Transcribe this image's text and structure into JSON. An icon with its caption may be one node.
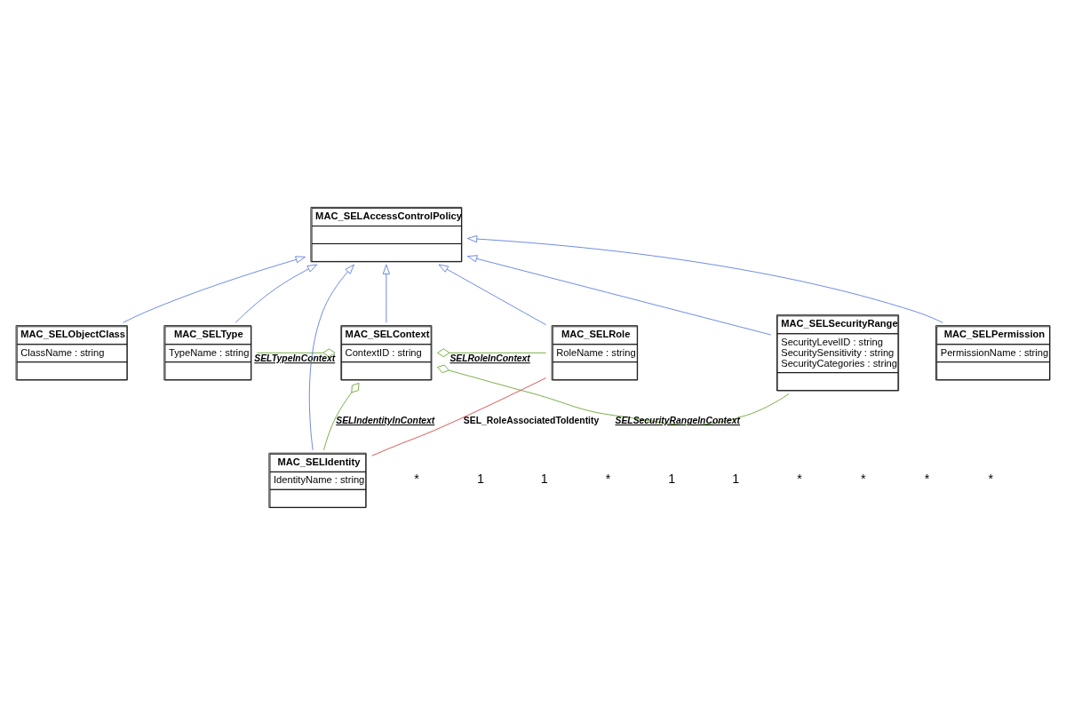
{
  "diagram": {
    "nodes": [
      {
        "text": [
          "MAC_SELAccessControlPolicy"
        ]
      },
      {
        "text": [
          "MAC_SELObjectClass",
          "ClassName : string"
        ]
      },
      {
        "text": [
          "MAC_SELType",
          "TypeName : string"
        ]
      },
      {
        "text": [
          "MAC_SELSecurityRange",
          "SecurityLevelID : string",
          "SecuritySensitivity : string",
          "SecurityCategories : string"
        ]
      },
      {
        "text": [
          "MAC_SELPermission",
          "PermissionName : string"
        ]
      },
      {
        "text": [
          "MAC_SELContext",
          "ContextID : string"
        ]
      },
      {
        "text": [
          "MAC_SELIdentity",
          "IdentityName : string"
        ]
      },
      {
        "text": [
          "MAC_SELRole",
          "RoleName : string"
        ]
      }
    ],
    "edges": [
      {
        "from": 4,
        "to": 0,
        "arrow": "to"
      },
      {
        "from": 1,
        "to": 0,
        "arrow": "to"
      },
      {
        "from": 5,
        "to": 0,
        "arrow": "to"
      },
      {
        "from": 2,
        "to": 0,
        "arrow": "to"
      },
      {
        "from": 3,
        "to": 0,
        "arrow": "to"
      },
      {
        "from": 6,
        "to": 0,
        "arrow": "to"
      },
      {
        "from": 7,
        "to": 0,
        "arrow": "to"
      },
      {
        "from": 2,
        "to": 5,
        "arrow": "other",
        "label": "SELTypeInContext",
        "color": "#5a9a1a"
      },
      {
        "from": 3,
        "to": 5,
        "arrow": "other",
        "label": "SELSecurityRangeInContext",
        "color": "#5a9a1a"
      },
      {
        "from": 6,
        "to": 5,
        "arrow": "other",
        "label": "SELIndentityInContext",
        "color": "#5a9a1a"
      },
      {
        "from": 7,
        "to": 5,
        "arrow": "other",
        "label": "SELRoleInContext",
        "color": "#5a9a1a"
      },
      {
        "from": 6,
        "to": 7,
        "arrow": "none",
        "label": "SEL_RoleAssociatedToIdentity",
        "color": "#d03030"
      }
    ],
    "labels": [
      "*",
      "1",
      "1",
      "*",
      "1",
      "1",
      "*",
      "*",
      "*",
      "*"
    ]
  }
}
